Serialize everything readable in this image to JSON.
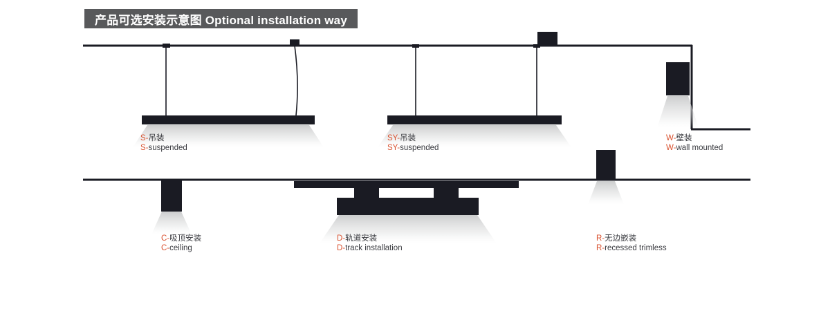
{
  "title": "产品可选安装示意图 Optional installation way",
  "colors": {
    "accent": "#D9512F",
    "ink": "#1A1B23",
    "banner": "#58595B",
    "text": "#3A3B40",
    "beam": "#C9CACB"
  },
  "labels": [
    {
      "id": "s",
      "cn_prefix": "S-",
      "cn": "吊装",
      "en_prefix": "S-",
      "en": "suspended"
    },
    {
      "id": "sy",
      "cn_prefix": "SY-",
      "cn": "吊装",
      "en_prefix": "SY-",
      "en": "suspended"
    },
    {
      "id": "w",
      "cn_prefix": "W-",
      "cn": "壁装",
      "en_prefix": "W-",
      "en": "wall mounted"
    },
    {
      "id": "c",
      "cn_prefix": "C-",
      "cn": "吸顶安装",
      "en_prefix": "C-",
      "en": "ceiling"
    },
    {
      "id": "d",
      "cn_prefix": "D-",
      "cn": "轨道安装",
      "en_prefix": "D-",
      "en": "track installation"
    },
    {
      "id": "r",
      "cn_prefix": "R-",
      "cn": "无边嵌装",
      "en_prefix": "R-",
      "en": "recessed trimless"
    }
  ]
}
